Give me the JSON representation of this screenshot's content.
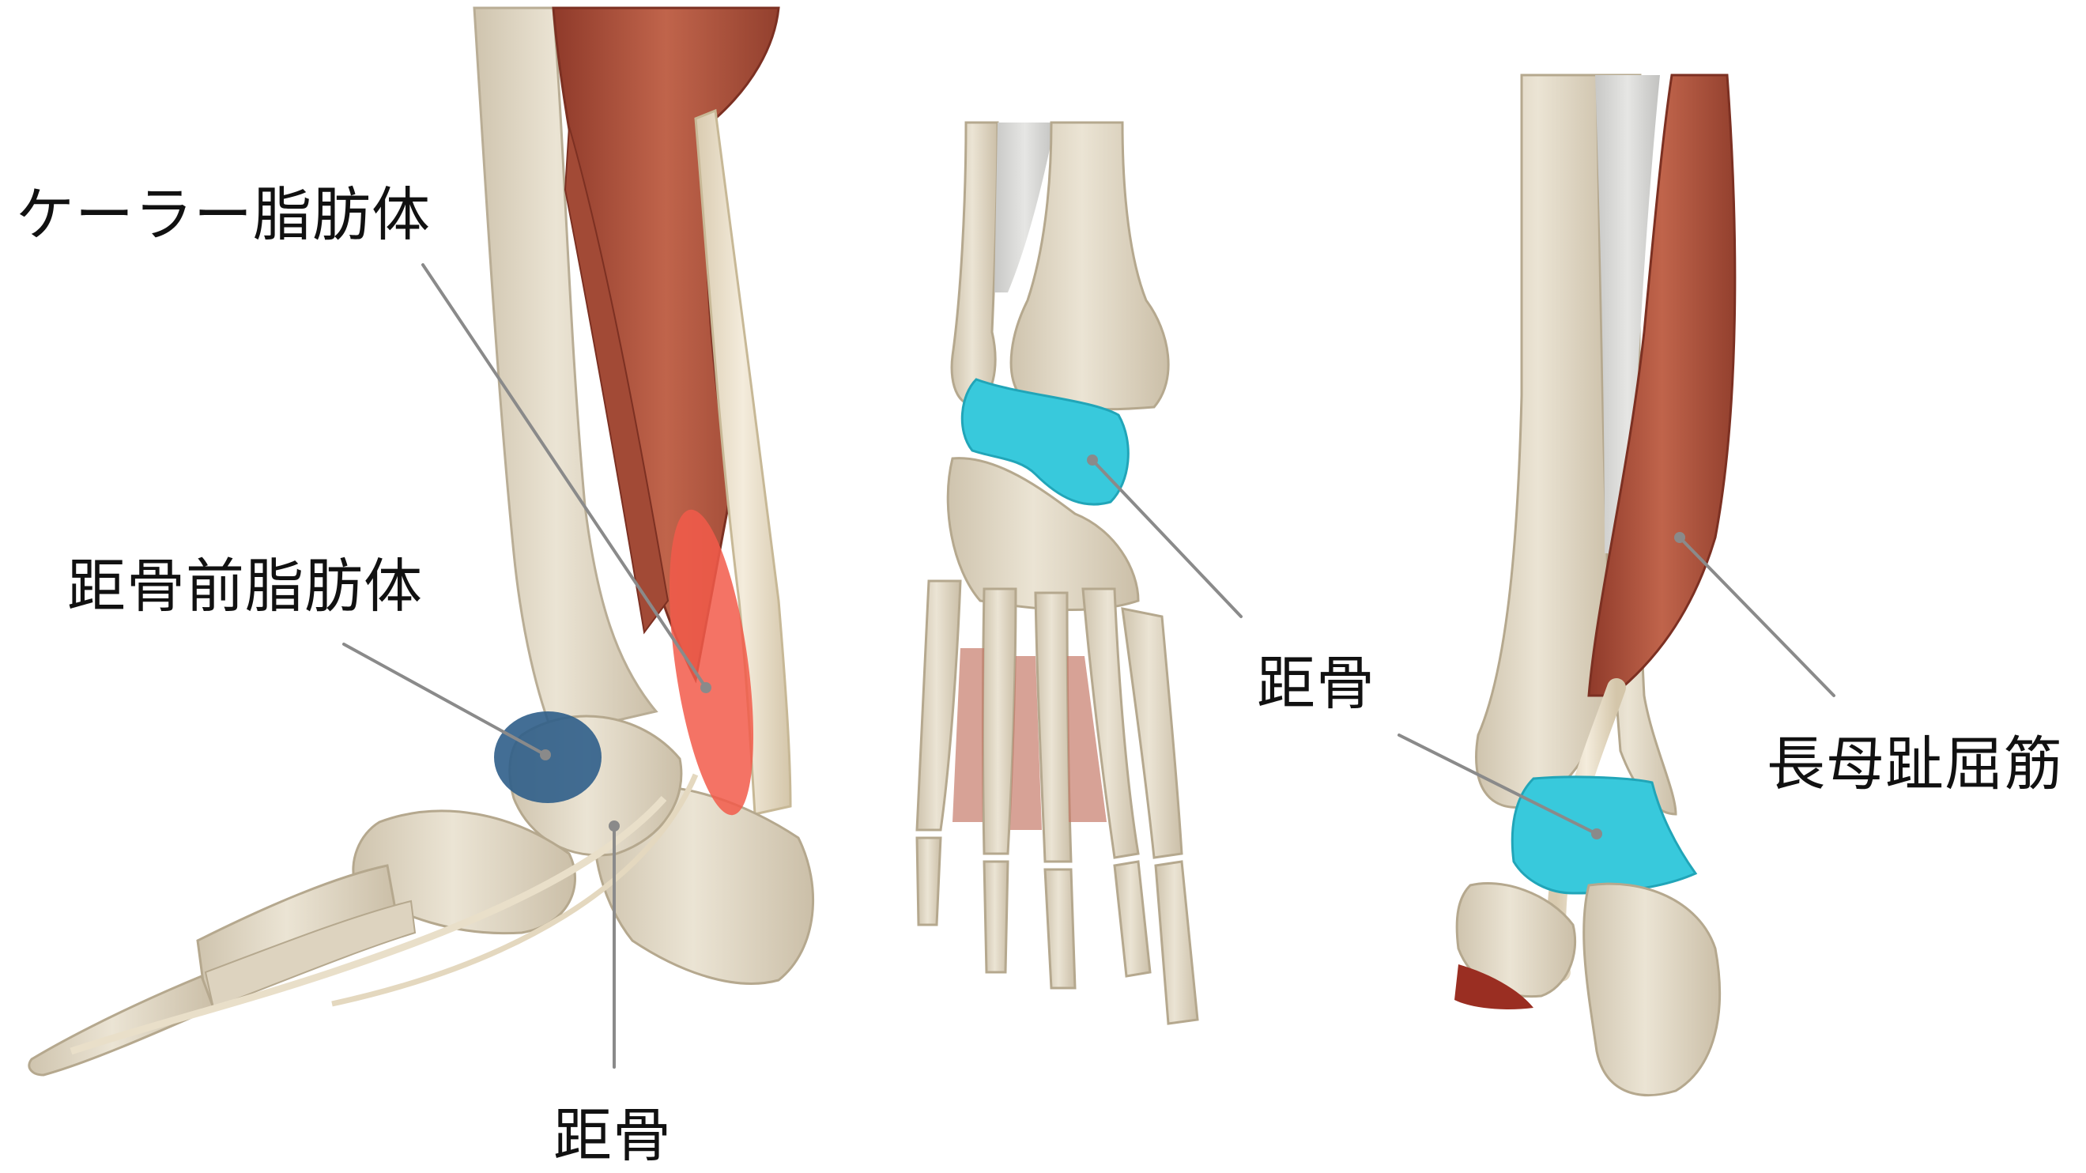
{
  "labels": {
    "kager_fat_pad": "ケーラー脂肪体",
    "pre_talar_fat_pad": "距骨前脂肪体",
    "talus_lateral": "距骨",
    "talus_anterior": "距骨",
    "fhl": "長母趾屈筋"
  },
  "colors": {
    "background": "#ffffff",
    "bone": "#e4dccb",
    "bone_shadow": "#c9bea8",
    "muscle": "#b8563f",
    "muscle_dark": "#8e3b2b",
    "tendon": "#efe6d4",
    "interosseous_membrane": "#d6d6d6",
    "talus_highlight": "#38c9dc",
    "kager_highlight": "#f25a4a",
    "pretalar_highlight": "#2f5e8a",
    "leader_line": "#8a8a8a",
    "text": "#111111"
  }
}
